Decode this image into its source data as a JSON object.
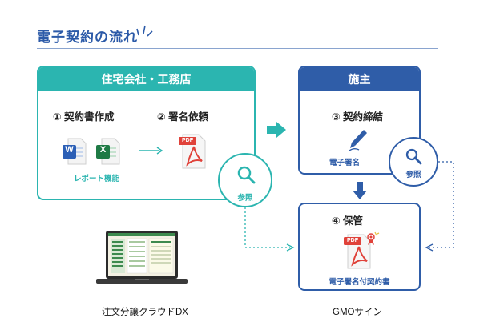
{
  "title": "電子契約の流れ",
  "company_panel": {
    "header": "住宅会社・工務店",
    "step1_label": "① 契約書作成",
    "step2_label": "② 署名依頼",
    "report_label": "レポート機能",
    "word_letter": "W",
    "excel_letter": "X",
    "pdf_badge": "PDF"
  },
  "owner_panel": {
    "header": "施主",
    "step3_label": "③ 契約締結",
    "esign_label": "電子署名"
  },
  "storage_panel": {
    "step4_label": "④ 保管",
    "signed_contract_label": "電子署名付契約書",
    "pdf_badge": "PDF"
  },
  "reference_circles": {
    "company_ref_label": "参照",
    "owner_ref_label": "参照"
  },
  "captions": {
    "left": "注文分譲クラウドDX",
    "right": "GMOサイン"
  },
  "colors": {
    "teal": "#2bb5b0",
    "navy": "#2f5da8",
    "pdf_red": "#e0423a"
  }
}
